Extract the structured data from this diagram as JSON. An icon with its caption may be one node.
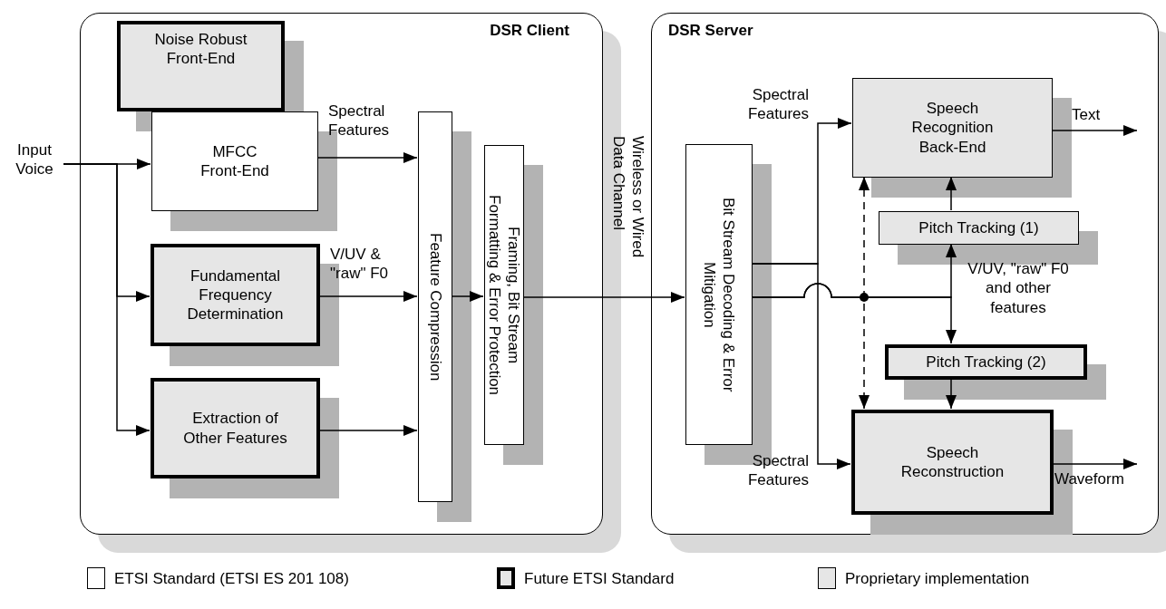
{
  "diagram": {
    "nodes": [
      {
        "text": [
          "Input Voice"
        ]
      },
      {
        "text": [
          "DSR Client"
        ]
      },
      {
        "text": [
          "Noise Robust Front-End"
        ],
        "in": 1
      },
      {
        "text": [
          "MFCC Front-End"
        ],
        "in": 1
      },
      {
        "text": [
          "Fundamental Frequency Determination"
        ],
        "in": 1
      },
      {
        "text": [
          "Extraction of Other Features"
        ],
        "in": 1
      },
      {
        "text": [
          "Feature Compression"
        ],
        "in": 1
      },
      {
        "text": [
          "Framing, Bit Stream Formatting & Error Protection"
        ],
        "in": 1
      },
      {
        "text": [
          "DSR Server"
        ]
      },
      {
        "text": [
          "Bit Stream Decoding & Error Mitigation"
        ],
        "in": 8
      },
      {
        "text": [
          "Speech Recognition Back-End"
        ],
        "in": 8
      },
      {
        "text": [
          "Pitch Tracking (1)"
        ],
        "in": 8
      },
      {
        "text": [
          "Pitch Tracking (2)"
        ],
        "in": 8
      },
      {
        "text": [
          "Speech Reconstruction"
        ],
        "in": 8
      }
    ],
    "edges": [
      {
        "from": 0,
        "to": 3,
        "arrow": "to"
      },
      {
        "from": 0,
        "to": 4,
        "arrow": "to"
      },
      {
        "from": 0,
        "to": 5,
        "arrow": "to"
      },
      {
        "from": 3,
        "to": 6,
        "arrow": "to",
        "label": "Spectral Features"
      },
      {
        "from": 4,
        "to": 6,
        "arrow": "to",
        "label": "V/UV & \"raw\" F0"
      },
      {
        "from": 5,
        "to": 6,
        "arrow": "to"
      },
      {
        "from": 6,
        "to": 7,
        "arrow": "to"
      },
      {
        "from": 7,
        "to": 9,
        "arrow": "to",
        "label": "Wireless or Wired Data Channel"
      },
      {
        "from": 9,
        "to": 10,
        "arrow": "to",
        "label": "Spectral Features"
      },
      {
        "from": 9,
        "to": 13,
        "arrow": "to",
        "label": "Spectral Features"
      },
      {
        "from": 9,
        "to": 11,
        "arrow": "to"
      },
      {
        "from": 9,
        "to": 12,
        "arrow": "to"
      },
      {
        "from": 11,
        "to": 10,
        "arrow": "to"
      },
      {
        "from": 12,
        "to": 13,
        "arrow": "to"
      },
      {
        "from": 10,
        "to": 13,
        "arrow": "both",
        "style": "dashed"
      },
      {
        "from": 10,
        "to": null,
        "arrow": "to",
        "label": "Text"
      },
      {
        "from": 13,
        "to": null,
        "arrow": "to",
        "label": "Waveform"
      }
    ],
    "labels": [
      "V/UV, \"raw\" F0 and other features"
    ],
    "legend": [
      {
        "text": "ETSI Standard (ETSI ES 201 108)",
        "color": "#ffffff"
      },
      {
        "text": "Future ETSI Standard",
        "color": "#e6e6e6"
      },
      {
        "text": "Proprietary implementation",
        "color": "#e6e6e6"
      }
    ]
  }
}
